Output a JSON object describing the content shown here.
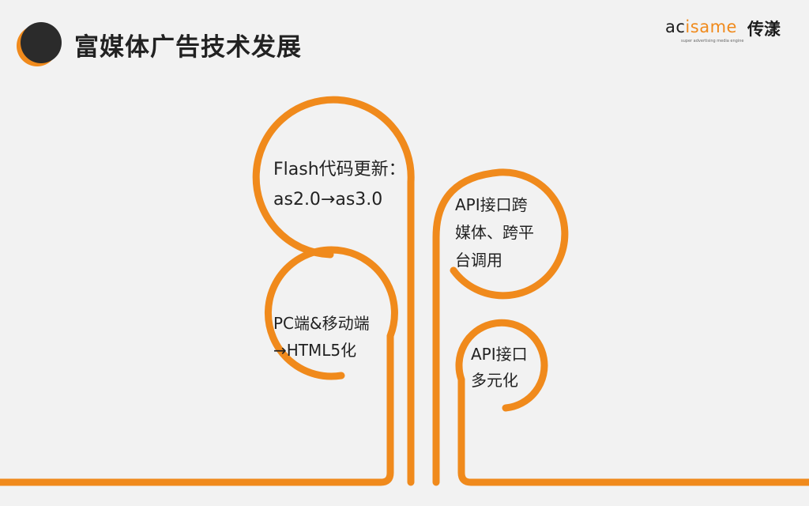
{
  "header": {
    "title": "富媒体广告技术发展"
  },
  "logo": {
    "brand_prefix": "ac",
    "brand_suffix": "isame",
    "brand_cn": "传漾",
    "tagline": "super advertising media engine"
  },
  "nodes": [
    {
      "line1": "Flash代码更新：",
      "line2": "as2.0→as3.0"
    },
    {
      "line1": "PC端&移动端",
      "line2": "→HTML5化"
    },
    {
      "line1": "API接口跨",
      "line2": "媒体、跨平",
      "line3": "台调用"
    },
    {
      "line1": "API接口",
      "line2": "多元化"
    }
  ],
  "colors": {
    "accent": "#f08a1c",
    "dark": "#2b2b2b",
    "background": "#f2f2f2"
  }
}
